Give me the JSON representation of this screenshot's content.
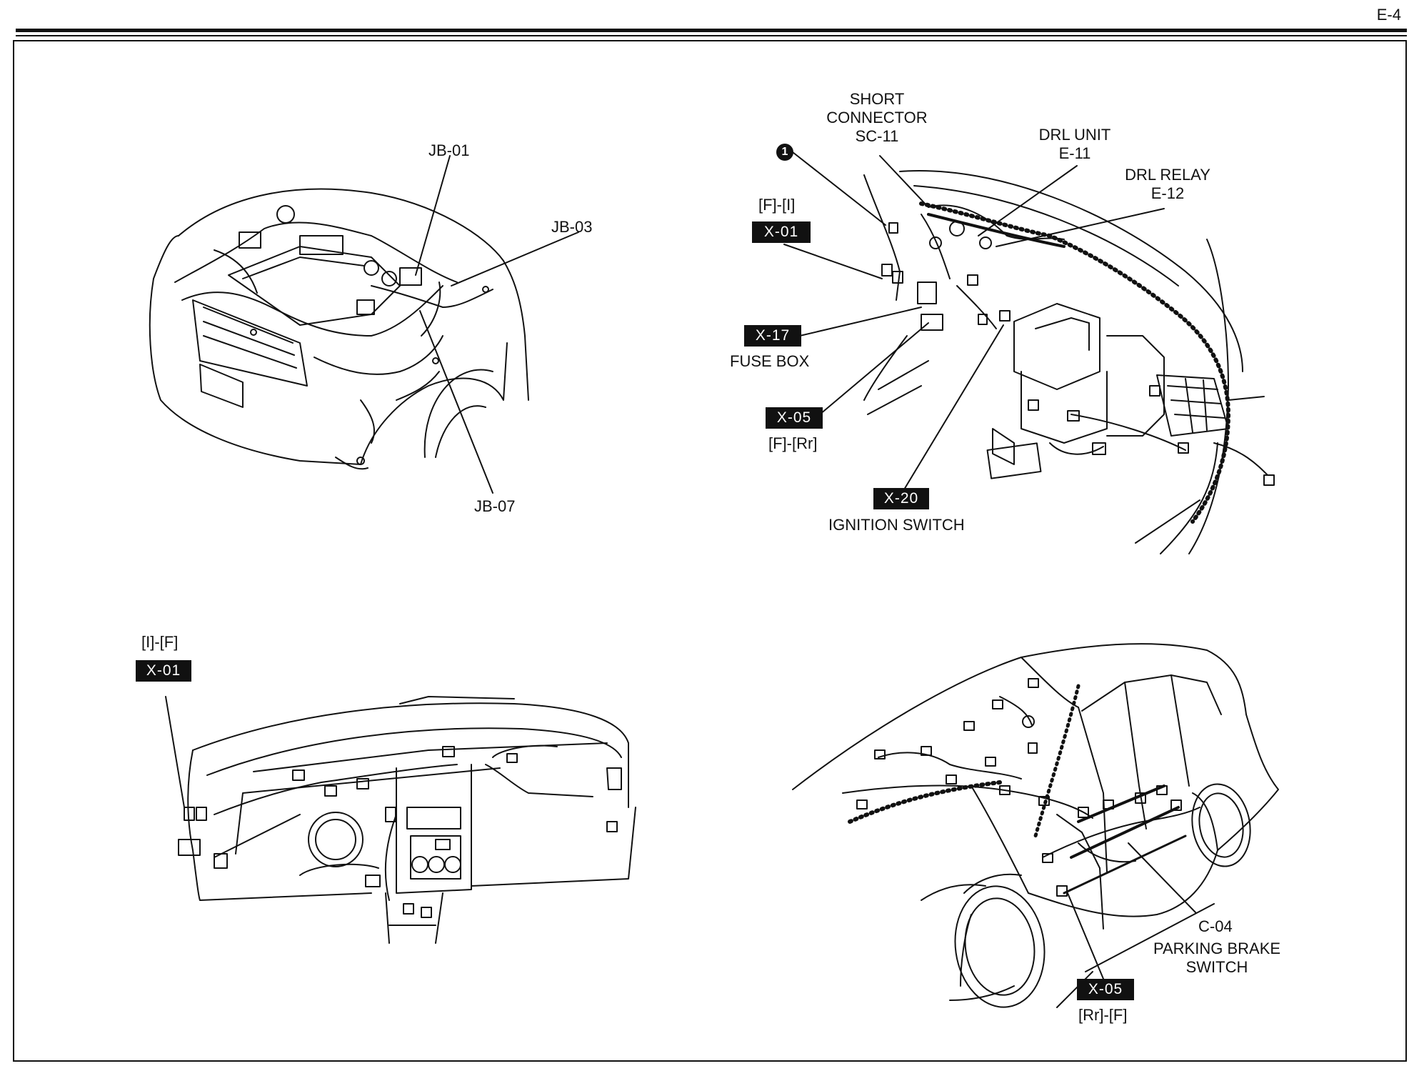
{
  "page_number": "E-4",
  "callout": "1",
  "engine_bay": {
    "jb01": "JB-01",
    "jb03": "JB-03",
    "jb07": "JB-07"
  },
  "dash_front": {
    "short_connector": [
      "SHORT",
      "CONNECTOR",
      "SC-11"
    ],
    "drl_unit": [
      "DRL UNIT",
      "E-11"
    ],
    "drl_relay": [
      "DRL RELAY",
      "E-12"
    ],
    "x01_route": "[F]-[I]",
    "x01": "X-01",
    "x17": "X-17",
    "fuse_box": "FUSE BOX",
    "x05": "X-05",
    "x05_route": "[F]-[Rr]",
    "x20": "X-20",
    "ignition_switch": "IGNITION SWITCH"
  },
  "instrument_panel": {
    "x01_route": "[I]-[F]",
    "x01": "X-01"
  },
  "body": {
    "c04": "C-04",
    "parking_brake": [
      "PARKING BRAKE",
      "SWITCH"
    ],
    "x05": "X-05",
    "x05_route": "[Rr]-[F]"
  },
  "colors": {
    "ink": "#111111",
    "paper": "#ffffff"
  }
}
